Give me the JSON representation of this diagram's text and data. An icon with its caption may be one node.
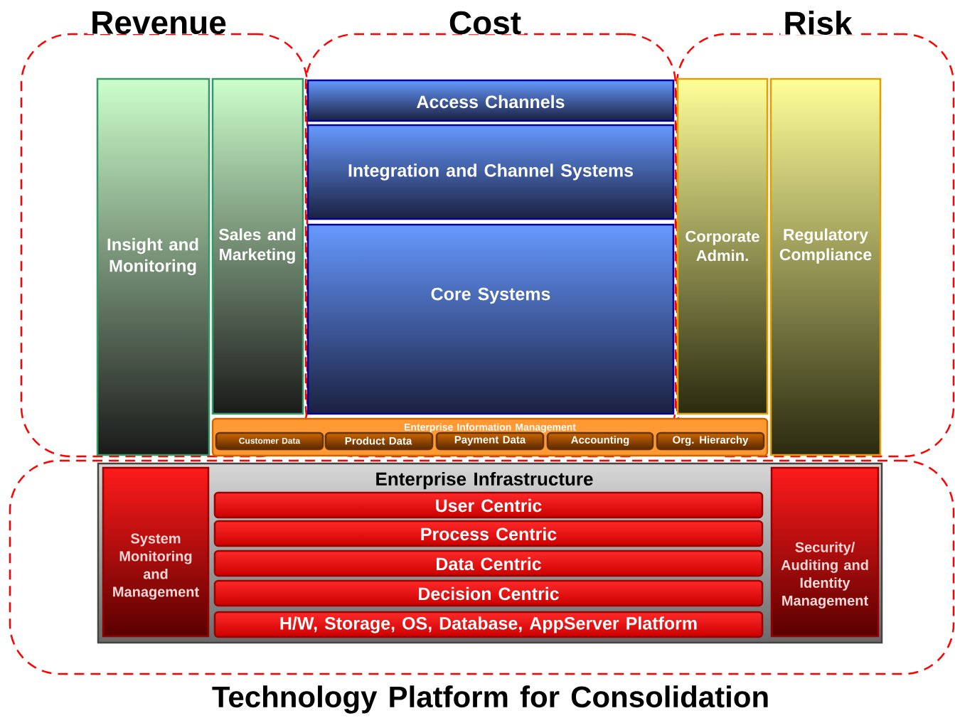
{
  "diagram": {
    "nodes": [
      {
        "text": [
          "Revenue"
        ]
      },
      {
        "text": [
          "Cost"
        ]
      },
      {
        "text": [
          "Risk"
        ]
      },
      {
        "text": [
          "Technology Platform for Consolidation"
        ]
      },
      {
        "text": [
          "Insight and Monitoring"
        ],
        "in": 0
      },
      {
        "text": [
          "Sales and Marketing"
        ],
        "in": 0
      },
      {
        "text": [
          "Access Channels"
        ],
        "in": 1
      },
      {
        "text": [
          "Integration and Channel Systems"
        ],
        "in": 1
      },
      {
        "text": [
          "Core Systems"
        ],
        "in": 1
      },
      {
        "text": [
          "Corporate Admin."
        ],
        "in": 2
      },
      {
        "text": [
          "Regulatory Compliance"
        ],
        "in": 2
      },
      {
        "text": [
          "Enterprise Information Management"
        ]
      },
      {
        "text": [
          "Customer Data"
        ],
        "in": 11
      },
      {
        "text": [
          "Product Data"
        ]
      },
      {
        "text": [
          "Payment Data"
        ]
      },
      {
        "text": [
          "Accounting"
        ]
      },
      {
        "text": [
          "Org. Hierarchy"
        ],
        "in": 11
      },
      {
        "text": [
          "Enterprise Infrastructure"
        ],
        "in": 3
      },
      {
        "text": [
          "System Monitoring and Management"
        ],
        "in": 17
      },
      {
        "text": [
          "User Centric"
        ],
        "in": 17
      },
      {
        "text": [
          "Process Centric"
        ],
        "in": 17
      },
      {
        "text": [
          "Data Centric"
        ],
        "in": 17
      },
      {
        "text": [
          "Decision Centric"
        ],
        "in": 17
      },
      {
        "text": [
          "H/W, Storage, OS, Database, AppServer Platform"
        ],
        "in": 17
      },
      {
        "text": [
          "Security/ Auditing and Identity Management"
        ],
        "in": 17
      }
    ]
  }
}
